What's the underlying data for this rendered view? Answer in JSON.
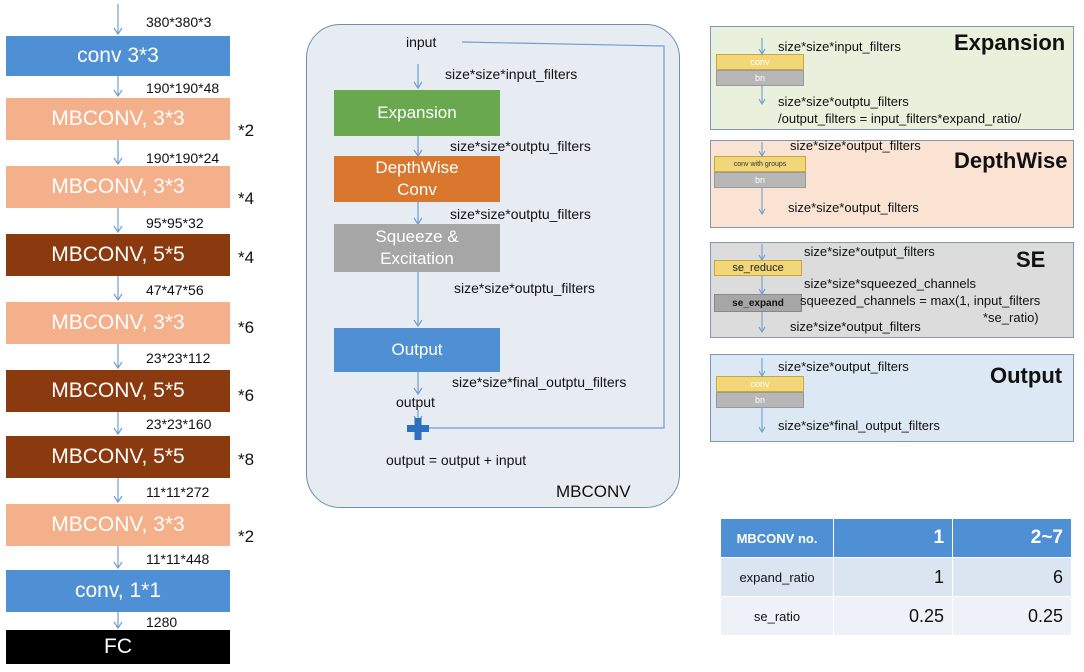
{
  "pipeline": {
    "blocks": [
      {
        "label": "conv 3*3",
        "color": "#4f8fd4",
        "dim_above": "380*380*3",
        "mult": ""
      },
      {
        "label": "MBCONV, 3*3",
        "color": "#f4b08a",
        "dim_above": "190*190*48",
        "mult": "*2"
      },
      {
        "label": "MBCONV, 3*3",
        "color": "#f4b08a",
        "dim_above": "190*190*24",
        "mult": "*4"
      },
      {
        "label": "MBCONV, 5*5",
        "color": "#8b3a10",
        "dim_above": "95*95*32",
        "mult": "*4"
      },
      {
        "label": "MBCONV, 3*3",
        "color": "#f4b08a",
        "dim_above": "47*47*56",
        "mult": "*6"
      },
      {
        "label": "MBCONV, 5*5",
        "color": "#8b3a10",
        "dim_above": "23*23*112",
        "mult": "*6"
      },
      {
        "label": "MBCONV, 5*5",
        "color": "#8b3a10",
        "dim_above": "23*23*160",
        "mult": "*8"
      },
      {
        "label": "MBCONV, 3*3",
        "color": "#f4b08a",
        "dim_above": "11*11*272",
        "mult": "*2"
      },
      {
        "label": "conv,   1*1",
        "color": "#4f8fd4",
        "dim_above": "11*11*448",
        "mult": ""
      },
      {
        "label": "FC",
        "color": "#000000",
        "dim_above": "1280",
        "mult": ""
      }
    ]
  },
  "mbconv": {
    "title": "MBCONV",
    "input_label": "input",
    "size_input": "size*size*input_filters",
    "expansion": "Expansion",
    "size_after_expansion": "size*size*outptu_filters",
    "depthwise": "DepthWise Conv",
    "size_after_depthwise": "size*size*outptu_filters",
    "se": "Squeeze & Excitation",
    "size_after_se": "size*size*outptu_filters",
    "output": "Output",
    "size_final": "size*size*final_outptu_filters",
    "output_label": "output",
    "sum_label": "output = output + input"
  },
  "details": {
    "expansion": {
      "title": "Expansion",
      "in": "size*size*input_filters",
      "conv": "conv",
      "bn": "bn",
      "out": "size*size*outptu_filters",
      "formula": "/output_filters = input_filters*expand_ratio/"
    },
    "depthwise": {
      "title": "DepthWise",
      "in": "size*size*output_filters",
      "conv": "conv with groups",
      "bn": "bn",
      "out": "size*size*output_filters"
    },
    "se": {
      "title": "SE",
      "in": "size*size*output_filters",
      "reduce": "se_reduce",
      "squeezed": "size*size*squeezed_channels",
      "expand": "se_expand",
      "formula_1": "squeezed_channels = max(1, input_filters",
      "formula_2": "*se_ratio)",
      "out": "size*size*output_filters"
    },
    "output": {
      "title": "Output",
      "in": "size*size*output_filters",
      "conv": "conv",
      "bn": "bn",
      "out": "size*size*final_output_filters"
    }
  },
  "config_table": {
    "header": [
      "MBCONV no.",
      "1",
      "2~7"
    ],
    "rows": [
      [
        "expand_ratio",
        "1",
        "6"
      ],
      [
        "se_ratio",
        "0.25",
        "0.25"
      ]
    ]
  },
  "colors": {
    "expansion_green": "#6aa84f",
    "depthwise_orange": "#d9772f",
    "se_gray": "#a6a6a6",
    "output_blue": "#4f8fd4",
    "table_header": "#4f8fd4",
    "table_row": "#dbe5f1"
  }
}
